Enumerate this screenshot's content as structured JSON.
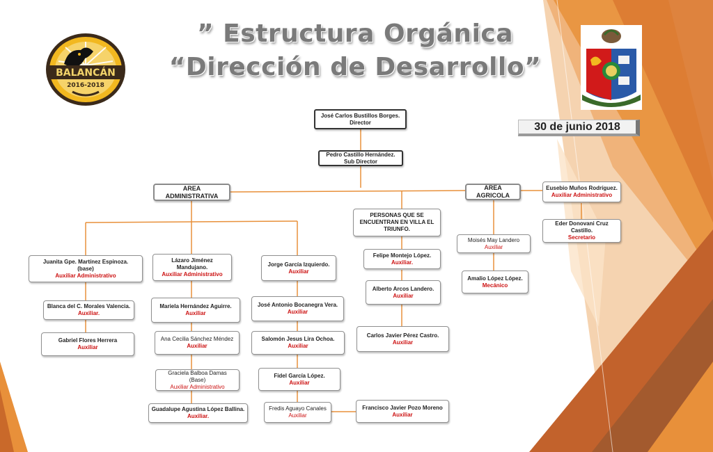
{
  "title": {
    "line1": "” Estructura Orgánica",
    "line2": "“Dirección de Desarrollo”"
  },
  "date": "30 de junio 2018",
  "logo": {
    "text_main": "BALANCÁN",
    "text_years": "2016-2018"
  },
  "colors": {
    "connector": "#e8903a",
    "role": "#cc1111",
    "orange": "#e8903a",
    "brown": "#a35a2e"
  },
  "nodes": {
    "director": {
      "name": "José Carlos Bustillos Borges.",
      "role": "Director"
    },
    "subdirector": {
      "name": "Pedro Castillo Hernández.",
      "role": "Sub Director"
    },
    "area_admin": {
      "label": "AREA ADMINISTRATIVA"
    },
    "area_agricola": {
      "label": "AREA AGRICOLA"
    },
    "eusebio": {
      "name": "Eusebio Muños Rodríguez.",
      "role": "Auxiliar Administrativo"
    },
    "eder": {
      "name": "Eder Donovani Cruz Castillo.",
      "role": "Secretario"
    },
    "personas": {
      "label": "PERSONAS QUE SE ENCUENTRAN EN VILLA EL TRIUNFO."
    },
    "felipe": {
      "name": "Felipe Montejo López.",
      "role": "Auxiliar."
    },
    "alberto": {
      "name": "Alberto Arcos Landero.",
      "role": "Auxiliar"
    },
    "carlos": {
      "name": "Carlos Javier Pérez Castro.",
      "role": "Auxiliar"
    },
    "francisco": {
      "name": "Francisco Javier Pozo Moreno",
      "role": "Auxiliar"
    },
    "moises": {
      "name": "Moisés May Landero",
      "role": "Auxiliar"
    },
    "amalio": {
      "name": "Amalio López López.",
      "role": "Mecánico"
    },
    "juanita": {
      "name": "Juanita Gpe. Martínez Espinoza.",
      "extra": "(base)",
      "role": "Auxiliar Administrativo"
    },
    "blanca": {
      "name": "Blanca del C. Morales Valencia.",
      "role": "Auxiliar."
    },
    "gabriel": {
      "name": "Gabriel Flores Herrera",
      "role": "Auxiliar"
    },
    "lazaro": {
      "name": "Lázaro Jiménez Mandujano.",
      "role": "Auxiliar Administrativo"
    },
    "mariela": {
      "name": "Mariela Hernández Aguirre.",
      "role": "Auxiliar"
    },
    "ana": {
      "name": "Ana Cecilia Sánchez Méndez",
      "role": "Auxiliar"
    },
    "graciela": {
      "name": "Graciela Balboa Damas",
      "extra": "(Base)",
      "role": "Auxiliar Administrativo"
    },
    "guadalupe": {
      "name": "Guadalupe Agustina López Ballina.",
      "role": "Auxiliar."
    },
    "jorge": {
      "name": "Jorge García Izquierdo.",
      "role": "Auxiliar"
    },
    "jose_antonio": {
      "name": "José Antonio  Bocanegra Vera.",
      "role": "Auxiliar"
    },
    "salomon": {
      "name": "Salomón Jesus Lira Ochoa.",
      "role": "Auxiliar"
    },
    "fidel": {
      "name": "Fidel García López.",
      "role": "Auxiliar"
    },
    "fredis": {
      "name": "Fredis Aguayo Canales",
      "role": "Auxiliar"
    }
  }
}
